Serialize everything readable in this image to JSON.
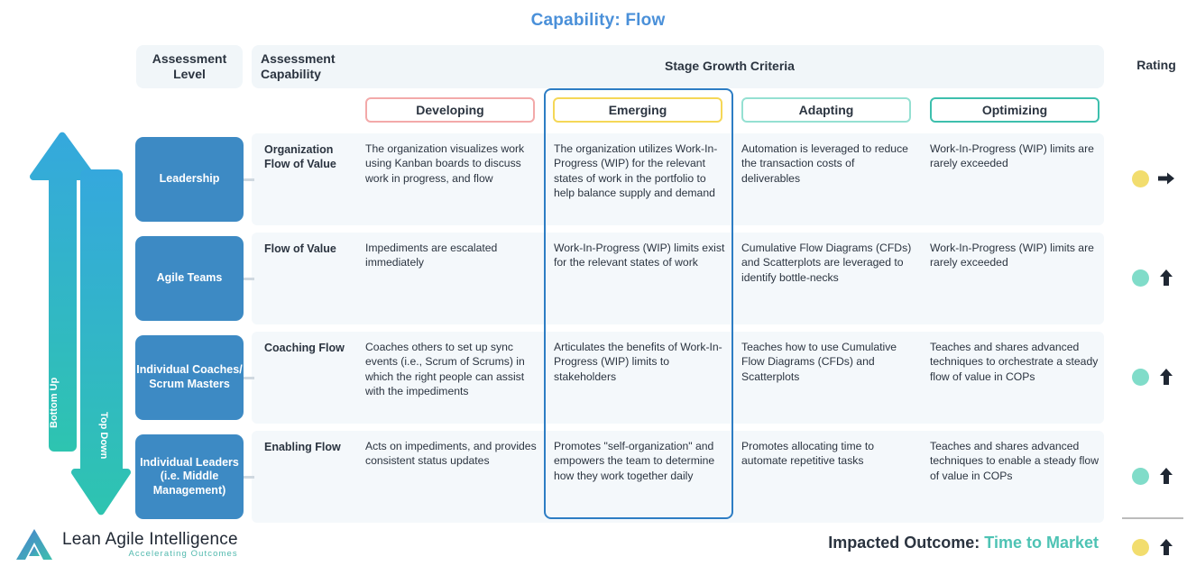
{
  "title": "Capability: Flow",
  "header": {
    "level_label": "Assessment\nLevel",
    "level_label_line1": "Assessment",
    "level_label_line2": "Level",
    "capability_label_line1": "Assessment",
    "capability_label_line2": "Capability",
    "criteria_label": "Stage Growth Criteria",
    "rating_label": "Rating"
  },
  "side_arrows": {
    "bottom_up": "Bottom Up",
    "top_down": "Top Down",
    "gradient_start": "#35a8dd",
    "gradient_end": "#2ec4b0"
  },
  "stages": [
    {
      "label": "Developing",
      "border": "#f3a9a9"
    },
    {
      "label": "Emerging",
      "border": "#f5d757"
    },
    {
      "label": "Adapting",
      "border": "#95e0d2"
    },
    {
      "label": "Optimizing",
      "border": "#3dbfad"
    }
  ],
  "highlighted_stage": "Emerging",
  "highlight_color": "#2d7dc4",
  "rows": [
    {
      "level": "Leadership",
      "capability": "Organization Flow of Value",
      "cells": [
        "The organization visualizes work using Kanban boards to discuss work in progress, and flow",
        "The organization utilizes Work-In-Progress (WIP) for the relevant states of work in the portfolio to help balance supply and demand",
        "Automation is leveraged to reduce the transaction costs of deliverables",
        "Work-In-Progress (WIP)  limits are rarely exceeded"
      ],
      "rating": {
        "dot": "yellow",
        "arrow": "right"
      }
    },
    {
      "level": "Agile Teams",
      "capability": "Flow of Value",
      "cells": [
        "Impediments are escalated immediately",
        "Work-In-Progress (WIP) limits exist for the relevant states of work",
        "Cumulative Flow Diagrams (CFDs) and Scatterplots are leveraged to identify bottle-necks",
        "Work-In-Progress (WIP)  limits are rarely exceeded"
      ],
      "rating": {
        "dot": "teal",
        "arrow": "up"
      }
    },
    {
      "level": "Individual Coaches/ Scrum Masters",
      "capability": "Coaching Flow",
      "cells": [
        "Coaches others to set up sync events (i.e., Scrum of Scrums) in which the right people can assist with the impediments",
        "Articulates the benefits of Work-In-Progress (WIP) limits to stakeholders",
        "Teaches how to use Cumulative Flow Diagrams (CFDs) and Scatterplots",
        "Teaches and shares advanced techniques to orchestrate a steady flow of value in COPs"
      ],
      "rating": {
        "dot": "teal",
        "arrow": "up"
      }
    },
    {
      "level": "Individual Leaders (i.e. Middle Management)",
      "capability": "Enabling Flow",
      "cells": [
        "Acts on impediments, and provides consistent status updates",
        "Promotes \"self-organization\" and empowers the team to determine how they work together daily",
        "Promotes allocating time to automate repetitive tasks",
        "Teaches and shares advanced techniques to enable a steady flow of value in COPs"
      ],
      "rating": {
        "dot": "teal",
        "arrow": "up"
      }
    }
  ],
  "summary_rating": {
    "dot": "yellow",
    "arrow": "up"
  },
  "footer": {
    "logo_name": "Lean Agile Intelligence",
    "logo_tagline": "Accelerating Outcomes",
    "outcome_label": "Impacted Outcome:",
    "outcome_value": "Time to Market"
  },
  "colors": {
    "title_blue": "#4a90d9",
    "badge_blue": "#3d8ac4",
    "row_band": "#f4f8fb",
    "header_band": "#f1f6f9",
    "dot_yellow": "#f2dd6e",
    "dot_teal": "#80dcc9",
    "teal_accent": "#4ec3b4"
  }
}
